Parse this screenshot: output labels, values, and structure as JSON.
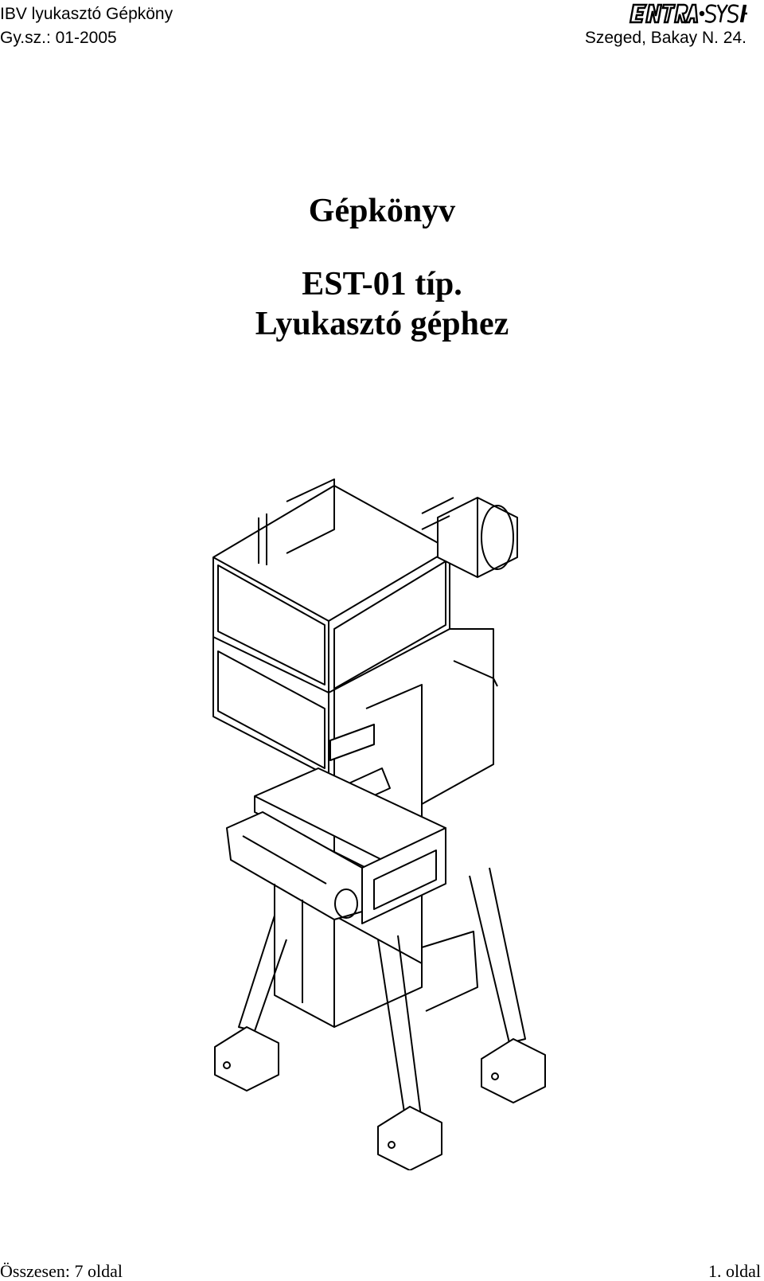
{
  "header": {
    "doc_title": "IBV lyukasztó Gépköny",
    "doc_number": "Gy.sz.: 01-2005",
    "address": "Szeged, Bakay N. 24.",
    "company_logo_text": "ENTRA SYS Kft"
  },
  "title": {
    "main": "Gépkönyv",
    "line1": "EST-01 típ.",
    "line2": "Lyukasztó géphez"
  },
  "figure": {
    "icon": "punching-machine-drawing"
  },
  "footer": {
    "total_pages": "Összesen:  7 oldal",
    "page_number": "1. oldal"
  }
}
